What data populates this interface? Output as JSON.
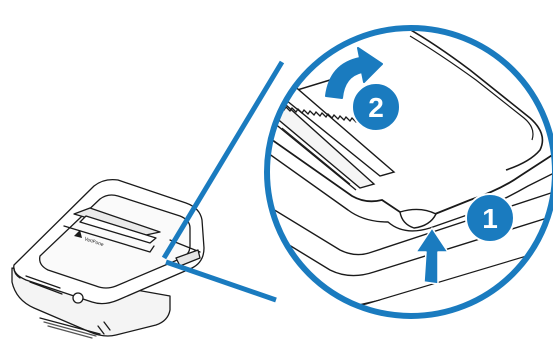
{
  "colors": {
    "accent": "#1a7bbf",
    "line": "#1a1a1a",
    "paper": "#ffffff",
    "device_shade": "#f2f2f2"
  },
  "brand": {
    "label": "VeriFone"
  },
  "steps": [
    {
      "number": "1",
      "arrow": "up-arrow"
    },
    {
      "number": "2",
      "arrow": "curved-arrow"
    }
  ]
}
